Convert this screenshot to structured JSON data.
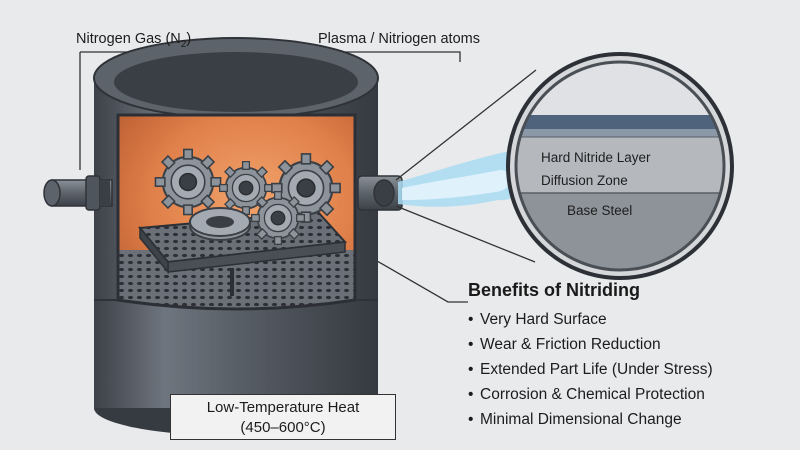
{
  "callouts": {
    "gas_prefix": "Nitrogen Gas (N",
    "gas_sub": "2",
    "gas_suffix": ")",
    "plasma": "Plasma / Nitriogen atoms"
  },
  "layers": [
    "Hard Nitride Layer",
    "Diffusion Zone",
    "Base Steel"
  ],
  "heat": {
    "line1": "Low-Temperature Heat",
    "line2": "(450–600°C)"
  },
  "benefits": {
    "title": "Benefits of Nitriding",
    "bullet": "•",
    "items": [
      "Very Hard Surface",
      "Wear & Friction Reduction",
      "Extended Part Life (Under Stress)",
      "Corrosion & Chemical Protection",
      "Minimal Dimensional Change"
    ]
  },
  "colors": {
    "furnace_dark": "#4b5058",
    "furnace_mid": "#6e747d",
    "plasma_glow": "#e9894a",
    "gas_blue": "#8ec9ec"
  }
}
